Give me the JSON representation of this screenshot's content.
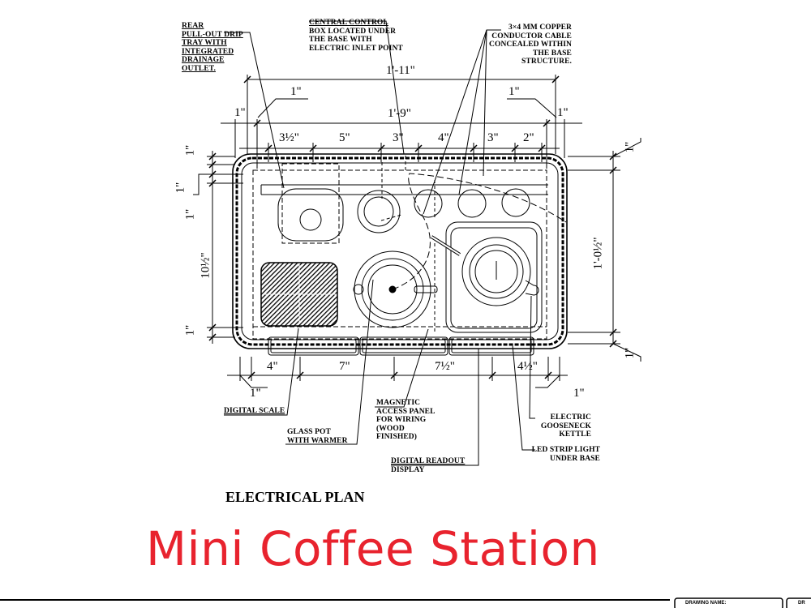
{
  "title": "Mini Coffee Station",
  "plan_label": "ELECTRICAL PLAN",
  "colors": {
    "title": "#e8232e",
    "line": "#000000",
    "background": "#ffffff"
  },
  "notes": {
    "drip_tray": [
      "REAR",
      "PULL-OUT DRIP",
      "TRAY WITH",
      "INTEGRATED",
      "DRAINAGE",
      "OUTLET."
    ],
    "control_box": [
      "CENTRAL CONTROL",
      "BOX LOCATED UNDER",
      "THE BASE WITH",
      "ELECTRIC INLET POINT"
    ],
    "cable": [
      "3×4 MM COPPER",
      "CONDUCTOR CABLE",
      "CONCEALED WITHIN",
      "THE BASE",
      "STRUCTURE."
    ],
    "digital_scale": "DIGITAL SCALE",
    "glass_pot": [
      "GLASS POT",
      "WITH WARMER"
    ],
    "access_panel": [
      "MAGNETIC",
      "ACCESS PANEL",
      "FOR WIRING",
      "(WOOD",
      "FINISHED)"
    ],
    "readout": [
      "DIGITAL READOUT",
      "DISPLAY"
    ],
    "kettle": [
      "ELECTRIC",
      "GOOSENECK",
      "KETTLE"
    ],
    "led": [
      "LED STRIP LIGHT",
      "UNDER BASE"
    ]
  },
  "dimensions": {
    "overall_width": "1'-11\"",
    "inner_width": "1'-9\"",
    "edge_top_left": "1\"",
    "edge_top_right": "1\"",
    "offset_left": "1\"",
    "offset_right": "1\"",
    "top_segments": [
      "3½\"",
      "5\"",
      "3\"",
      "4\"",
      "3\"",
      "2\""
    ],
    "bottom_segments": [
      "4\"",
      "7\"",
      "7½\"",
      "4½\""
    ],
    "bottom_left": "1\"",
    "bottom_right": "1\"",
    "left_stack": [
      "1\"",
      "1\"",
      "1\"",
      "10½\"",
      "1\""
    ],
    "right_depth": "1'-0½\"",
    "right_top": "1\"",
    "right_bottom": "1\""
  },
  "title_block": {
    "drawing_name_label": "DRAWING NAME:",
    "more": "DR"
  }
}
